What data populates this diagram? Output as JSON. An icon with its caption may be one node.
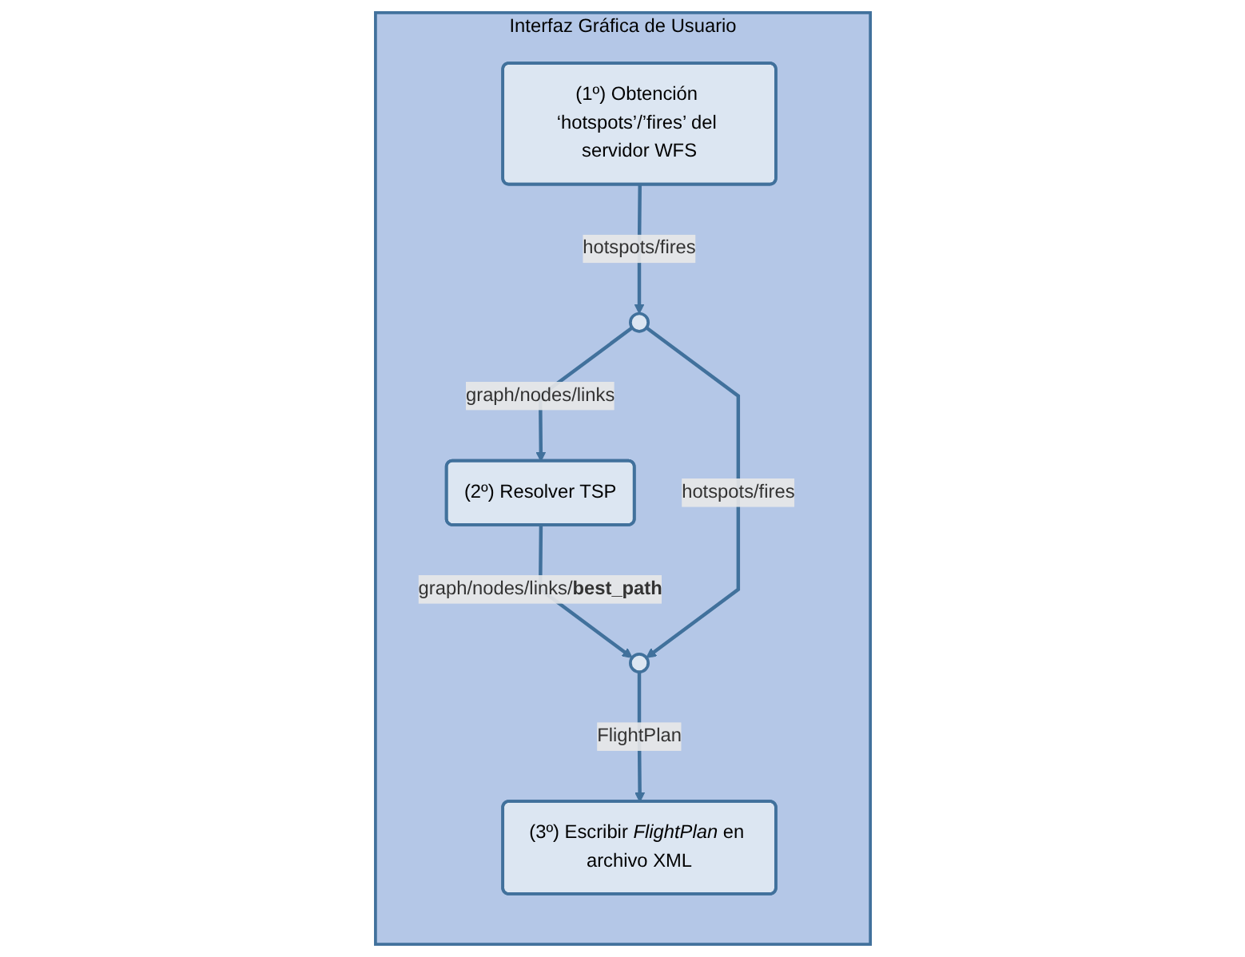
{
  "diagram": {
    "nodes": [
      {
        "text": [
          "Interfaz Gráfica de Usuario"
        ]
      },
      {
        "text": [
          "(1º) Obtención ‘hotspots’/’fires’ del servidor WFS"
        ],
        "in": 0
      },
      {
        "text": [],
        "shape": "circle",
        "in": 0
      },
      {
        "text": [
          "(2º) Resolver TSP"
        ],
        "in": 0
      },
      {
        "text": [],
        "shape": "circle",
        "in": 0
      },
      {
        "text": [
          "(3º) Escribir *FlightPlan* en archivo XML"
        ],
        "in": 0
      }
    ],
    "edges": [
      {
        "from": 1,
        "to": 2,
        "arrow": "to",
        "label": "hotspots/fires"
      },
      {
        "from": 2,
        "to": 3,
        "arrow": "to",
        "label": "graph/nodes/links"
      },
      {
        "from": 3,
        "to": 4,
        "arrow": "to",
        "label": "graph/nodes/links/**best_path**"
      },
      {
        "from": 2,
        "to": 4,
        "arrow": "to",
        "label": "hotspots/fires"
      },
      {
        "from": 4,
        "to": 5,
        "arrow": "to",
        "label": "FlightPlan"
      }
    ]
  }
}
